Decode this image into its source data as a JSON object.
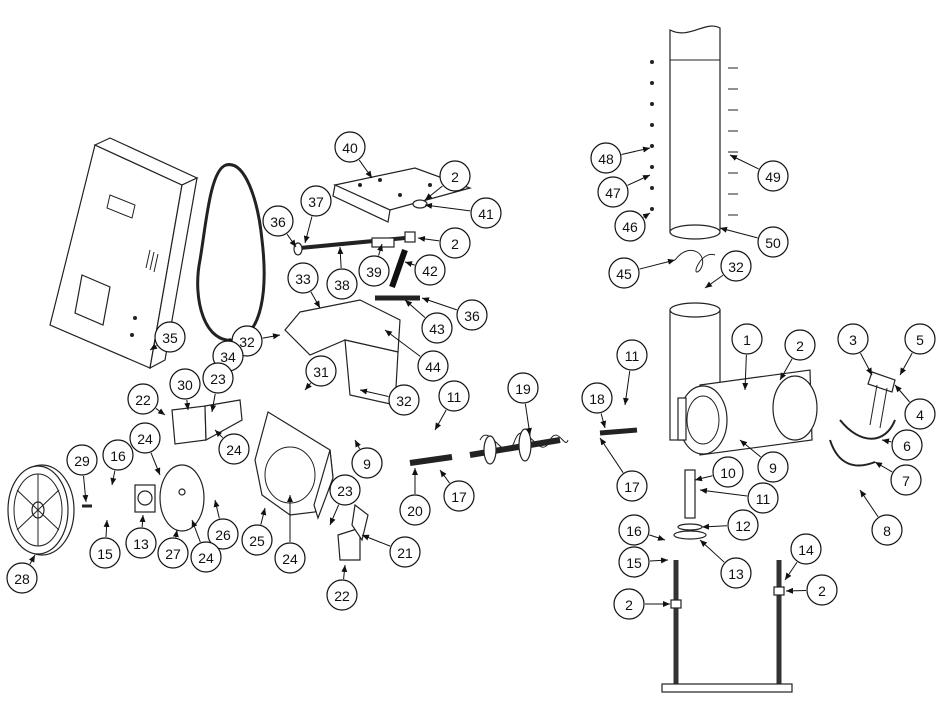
{
  "diagram": {
    "type": "exploded-parts-diagram",
    "callouts": [
      "40",
      "2",
      "37",
      "36",
      "41",
      "2",
      "39",
      "42",
      "38",
      "33",
      "36",
      "43",
      "32",
      "34",
      "35",
      "44",
      "31",
      "32",
      "30",
      "23",
      "22",
      "24",
      "24",
      "16",
      "29",
      "9",
      "11",
      "19",
      "20",
      "17",
      "23",
      "26",
      "24",
      "27",
      "13",
      "15",
      "28",
      "25",
      "24",
      "21",
      "22",
      "48",
      "47",
      "49",
      "46",
      "50",
      "45",
      "32",
      "1",
      "2",
      "3",
      "5",
      "11",
      "18",
      "4",
      "6",
      "9",
      "17",
      "10",
      "11",
      "7",
      "8",
      "12",
      "16",
      "15",
      "13",
      "14",
      "2",
      "2"
    ],
    "colors": {
      "line": "#222222",
      "background": "#ffffff"
    }
  }
}
